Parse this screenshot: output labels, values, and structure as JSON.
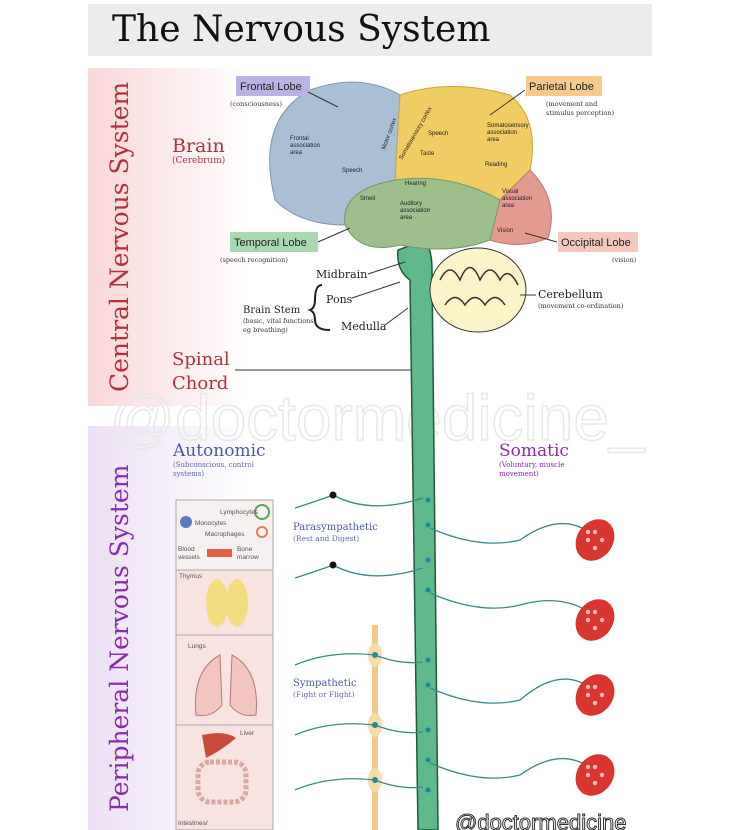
{
  "title": "The Nervous System",
  "watermark": "@doctormedicine_",
  "footer_watermark": "@doctormedicine",
  "cns": {
    "label": "Central Nervous System",
    "brain": "Brain",
    "brain_sub": "(Cerebrum)",
    "spinal_1": "Spinal",
    "spinal_2": "Chord",
    "lobes": {
      "frontal": "Frontal Lobe",
      "frontal_sub": "(consciousness)",
      "parietal": "Parietal Lobe",
      "parietal_sub1": "(movement and",
      "parietal_sub2": "stimulus perception)",
      "temporal": "Temporal Lobe",
      "temporal_sub": "(speech recognition)",
      "occipital": "Occipital Lobe",
      "occipital_sub": "(vision)"
    },
    "areas": {
      "frontal_assoc_1": "Frontal",
      "frontal_assoc_2": "association",
      "frontal_assoc_3": "area",
      "motor": "Motor cortex",
      "somato": "Somatosensory cortex",
      "speech1": "Speech",
      "speech2": "Speech",
      "taste": "Taste",
      "somato_assoc_1": "Somatosensory",
      "somato_assoc_2": "association",
      "somato_assoc_3": "area",
      "reading": "Reading",
      "hearing": "Hearing",
      "smell": "Smell",
      "auditory_1": "Auditory",
      "auditory_2": "association",
      "auditory_3": "area",
      "visual_1": "Visual",
      "visual_2": "association",
      "visual_3": "area",
      "vision": "Vision"
    },
    "midbrain": "Midbrain",
    "pons": "Pons",
    "medulla": "Medulla",
    "brainstem": "Brain Stem",
    "brainstem_sub1": "(basic, vital functions",
    "brainstem_sub2": "eg breathing)",
    "cerebellum": "Cerebellum",
    "cerebellum_sub": "(movement co-ordination)"
  },
  "pns": {
    "label": "Peripheral Nervous System",
    "autonomic": "Autonomic",
    "autonomic_sub1": "(Subconscious, control",
    "autonomic_sub2": "systems)",
    "somatic": "Somatic",
    "somatic_sub1": "(Voluntary, muscle",
    "somatic_sub2": "movement)",
    "parasympathetic": "Parasympathetic",
    "parasympathetic_sub": "(Rest and Digest)",
    "sympathetic": "Sympathetic",
    "sympathetic_sub": "(Fight or Flight)",
    "organs": {
      "lymphocytes": "Lymphocytes",
      "monocytes": "Monocytes",
      "macrophages": "Macrophages",
      "blood_1": "Blood",
      "blood_2": "vessels",
      "bone_1": "Bone",
      "bone_2": "marrow",
      "thymus": "Thymus",
      "lungs": "Lungs",
      "liver": "Liver",
      "intestines": "Intestines/"
    }
  },
  "colors": {
    "cns_band": "#fbe3e3",
    "pns_band": "#f1e8f6",
    "cns_text": "#b5303a",
    "pns_text": "#8a2bb0",
    "cord": "#5fb98a",
    "frontal": "#a9bfd6",
    "parietal": "#f0cd63",
    "temporal": "#9dbf8c",
    "occipital": "#e39a91",
    "muscle": "#d9362f"
  }
}
